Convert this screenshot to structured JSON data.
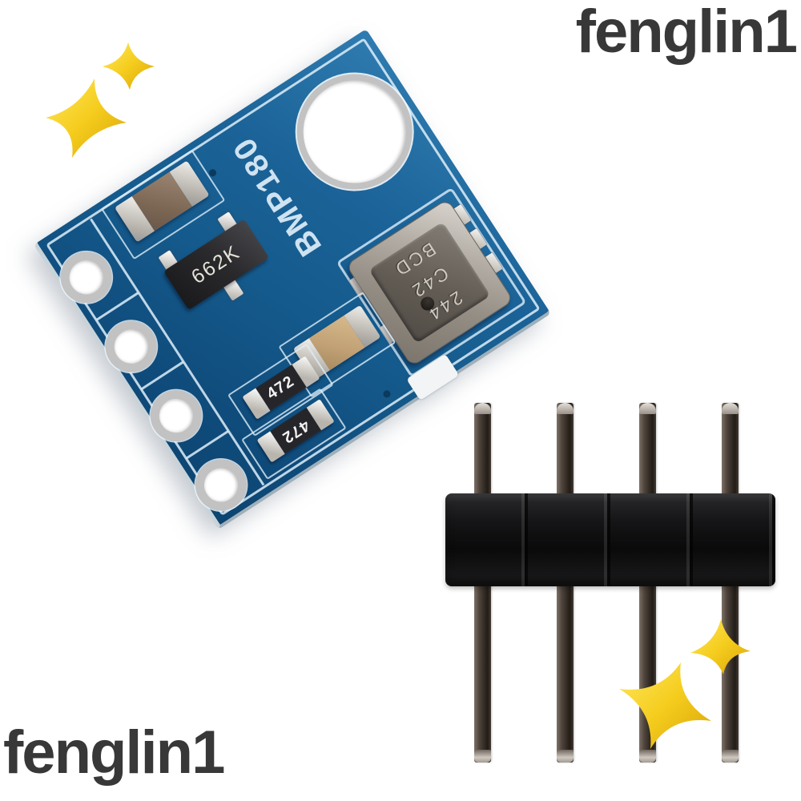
{
  "watermarks": {
    "top_right": "fenglin1",
    "bottom_left": "fenglin1",
    "color": "#383838"
  },
  "pcb_module": {
    "silkscreen_label": "BMP180",
    "regulator_marking": "662K",
    "resistor_markings": [
      "472",
      "472"
    ],
    "sensor_markings": [
      "BCD",
      "C42",
      "244"
    ],
    "board_color": "#155a8c",
    "silkscreen_color": "#d6e9f5",
    "mounting_hole_count": 1,
    "pin_hole_count": 4
  },
  "pin_header": {
    "pin_count": 4,
    "body_color": "#111113"
  },
  "sparkles": {
    "count": 4,
    "color": "#f2c71b"
  }
}
